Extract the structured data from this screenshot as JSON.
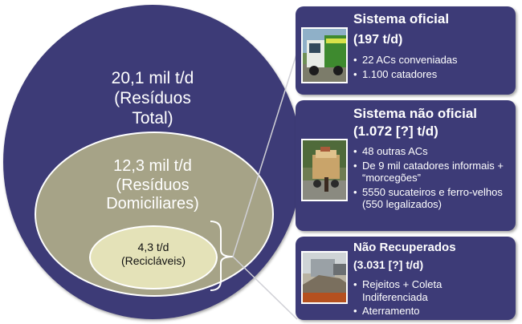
{
  "ellipses": {
    "outer": {
      "value": "20,1 mil t/d",
      "label": "(Resíduos Total)"
    },
    "middle": {
      "value": "12,3 mil t/d",
      "label": "(Resíduos Domiciliares)"
    },
    "inner": {
      "value": "4,3 t/d",
      "label": "(Recicláveis)"
    }
  },
  "boxes": [
    {
      "title": "Sistema oficial",
      "subtitle": "(197 t/d)",
      "items": [
        "22 ACs conveniadas",
        "1.100 catadores"
      ]
    },
    {
      "title": "Sistema não oficial",
      "subtitle": "(1.072 [?] t/d)",
      "items": [
        "48 outras ACs",
        "De 9 mil catadores informais + “morcegões”",
        "5550 sucateiros e ferro-velhos (550 legalizados)"
      ]
    },
    {
      "title": "Não Recuperados",
      "subtitle": "(3.031 [?] t/d)",
      "items": [
        "Rejeitos + Coleta Indiferenciada",
        "Aterramento"
      ]
    }
  ],
  "colors": {
    "ellipse_outer": "#3d3b77",
    "ellipse_middle": "#a6a387",
    "ellipse_inner": "#e4e2b8",
    "box_bg": "#3d3b77"
  }
}
